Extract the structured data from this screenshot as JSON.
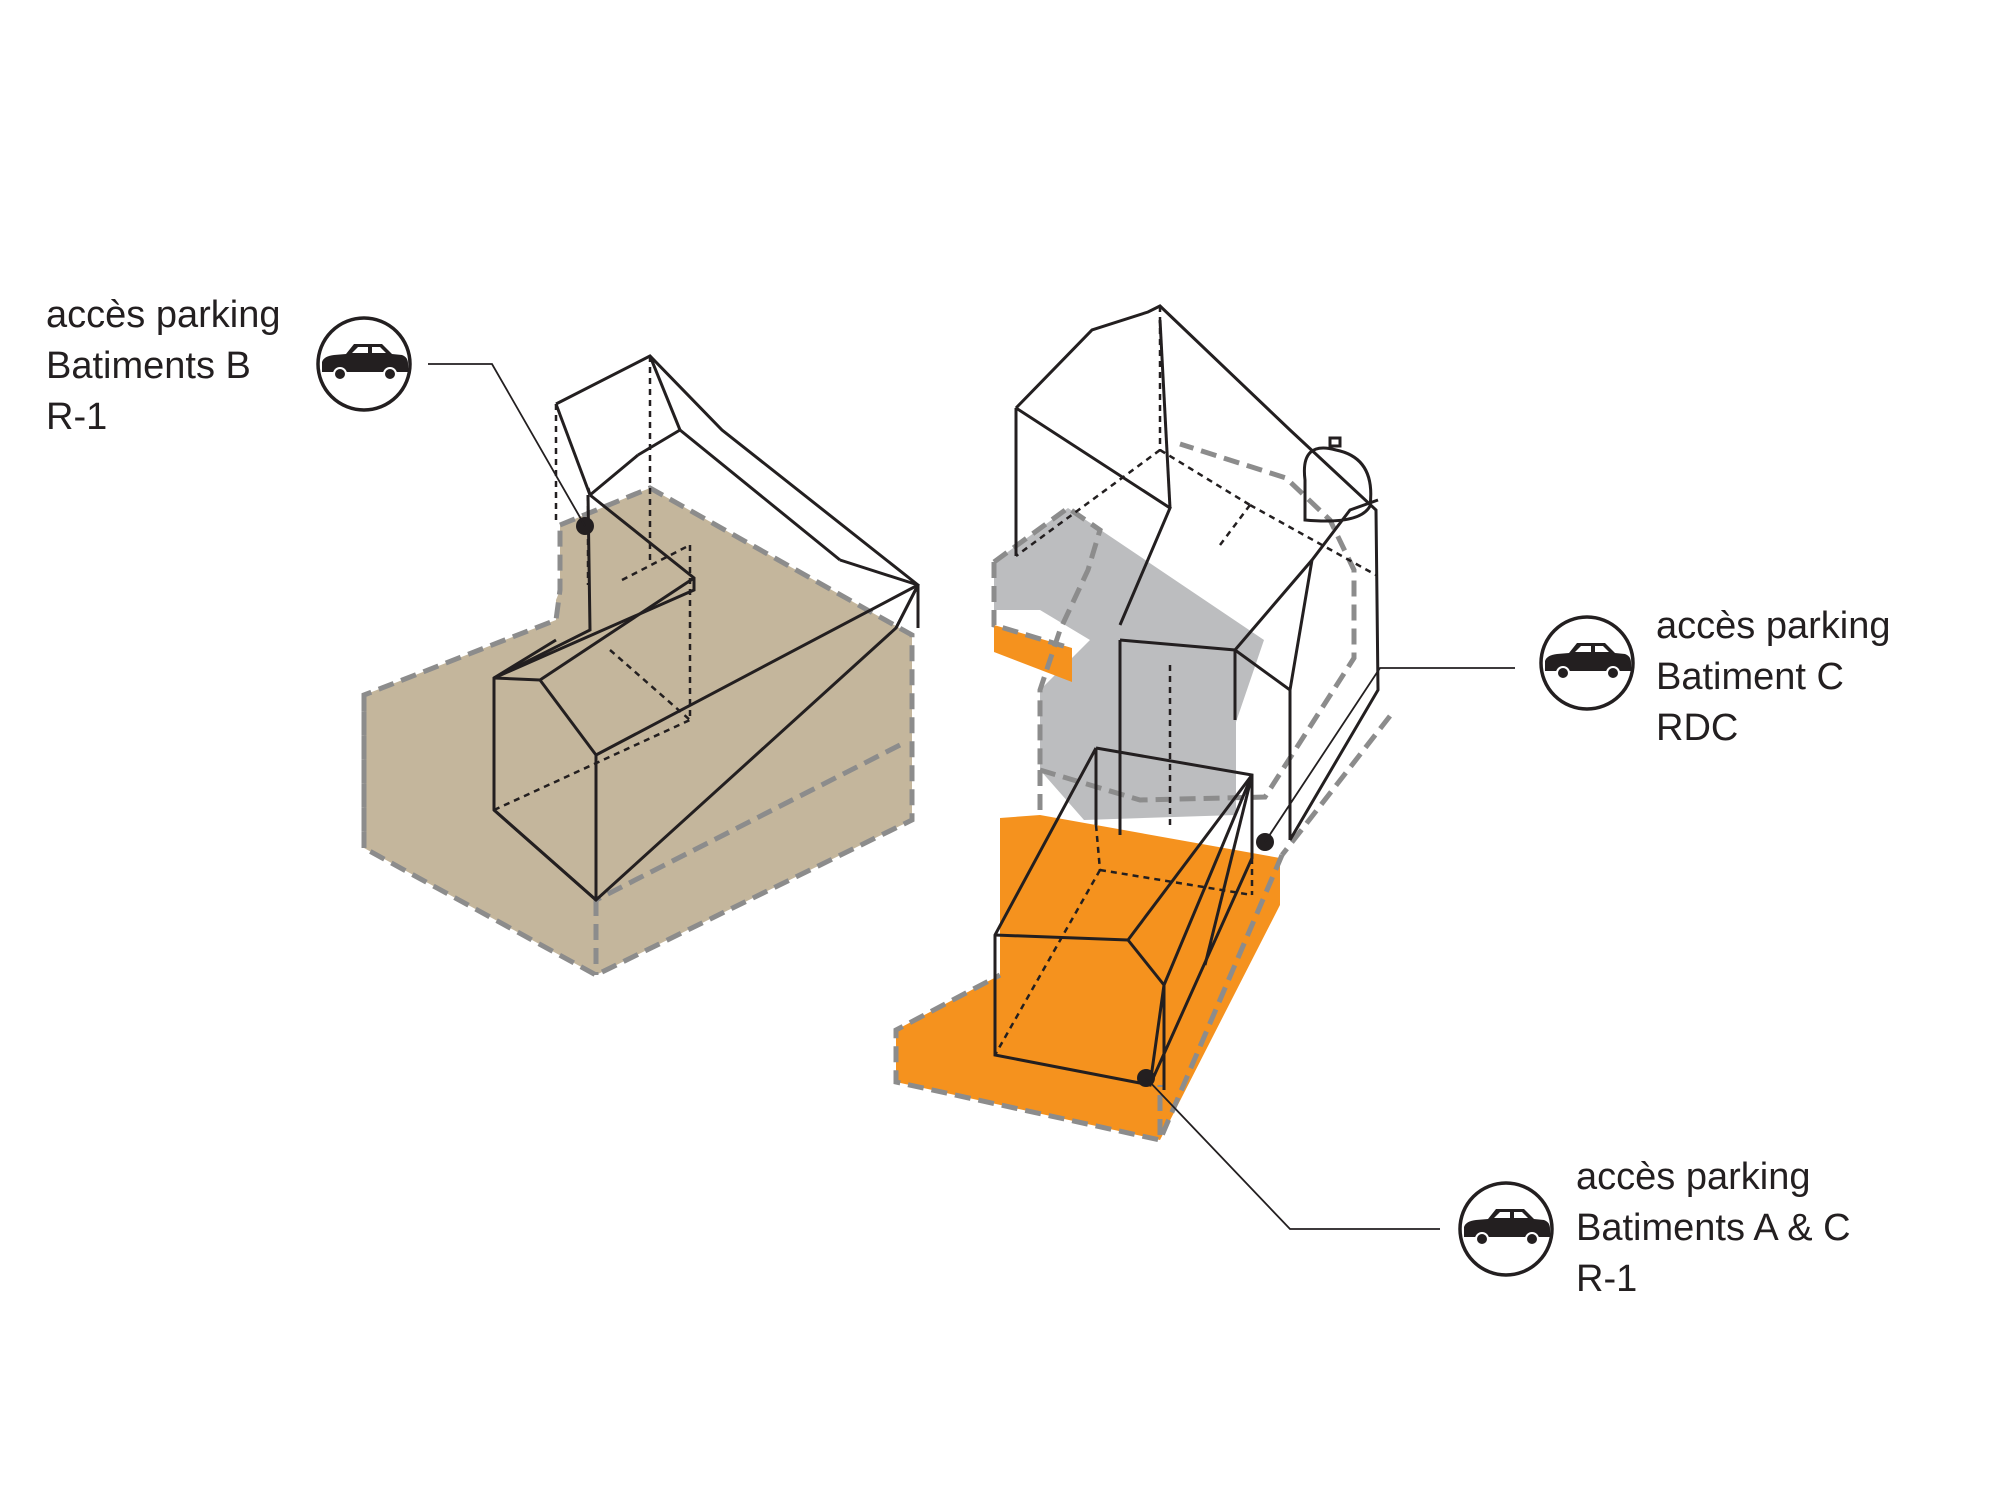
{
  "colors": {
    "outline": "#231f20",
    "dashed_outline": "#8c8c8c",
    "building_b_fill": "#c4b69c",
    "building_c_ground_fill": "#bcbdbf",
    "parking_ac_fill": "#f5921e",
    "background": "#ffffff"
  },
  "icon": "car-icon",
  "labels": {
    "building_b": [
      "accès parking",
      "Batiments B",
      "R-1"
    ],
    "building_c": [
      "accès parking",
      "Batiment C",
      "RDC"
    ],
    "buildings_a_c": [
      "accès parking",
      "Batiments A & C",
      "R-1"
    ]
  }
}
